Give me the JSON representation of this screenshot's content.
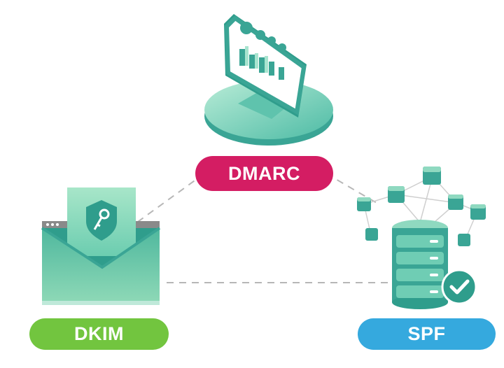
{
  "labels": {
    "dmarc": "DMARC",
    "dkim": "DKIM",
    "spf": "SPF"
  },
  "colors": {
    "dmarc": "#d41d63",
    "dkim": "#72c53f",
    "spf": "#35a9de",
    "teal": "#3aa595",
    "teal_light": "#8fd9c0",
    "connector": "#b7b7b7"
  },
  "icons": {
    "dmarc": "monitor-dashboard-icon",
    "dkim": "envelope-key-shield-icon",
    "spf": "server-network-check-icon"
  }
}
